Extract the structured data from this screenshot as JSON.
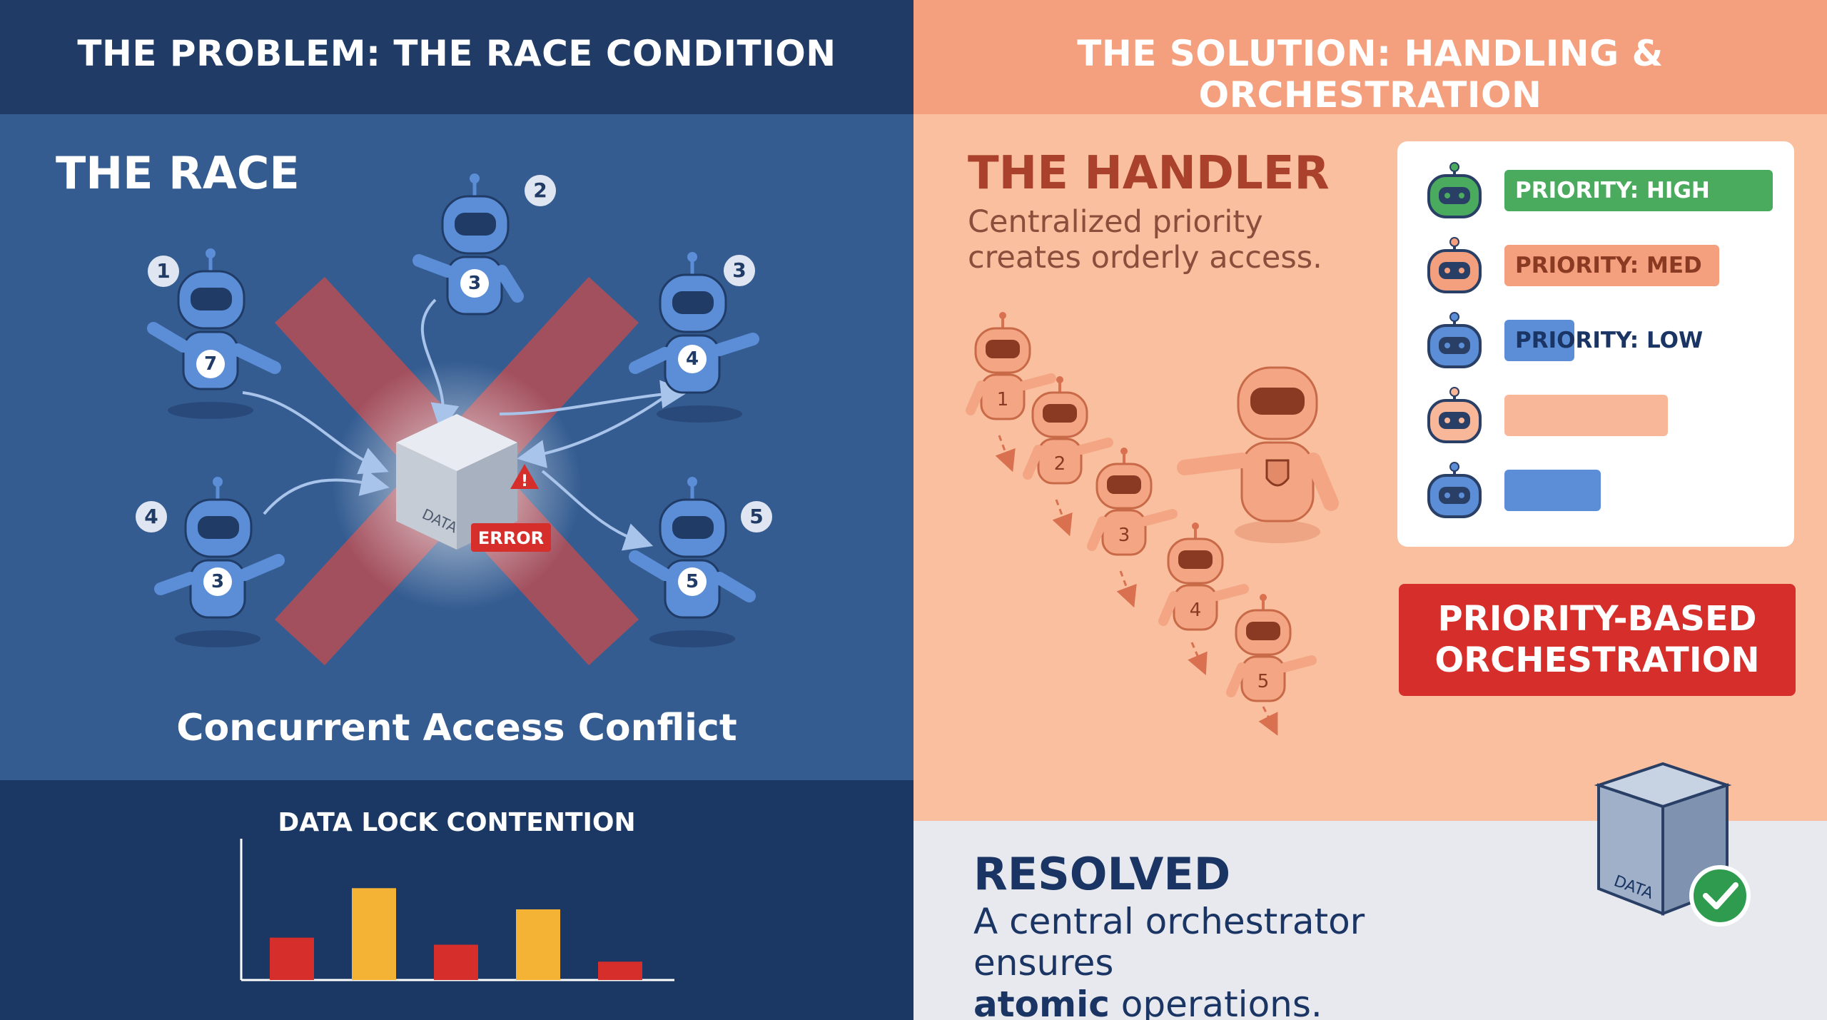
{
  "left": {
    "header": "THE PROBLEM: THE RACE CONDITION",
    "section_title": "THE RACE",
    "caption": "Concurrent Access Conflict",
    "robots": [
      {
        "badge": "1",
        "chest": "7"
      },
      {
        "badge": "2",
        "chest": "3"
      },
      {
        "badge": "3",
        "chest": "4"
      },
      {
        "badge": "4",
        "chest": "3"
      },
      {
        "badge": "5",
        "chest": "5"
      }
    ],
    "box_label": "DATA",
    "error_label": "ERROR",
    "colors": {
      "header": "#1f3b66",
      "panel": "#345c91",
      "robot": "#5b8ed6",
      "cross": "#c94d4d"
    }
  },
  "chart_data": {
    "type": "bar",
    "title": "DATA LOCK CONTENTION",
    "categories": [
      "",
      "",
      "",
      "",
      ""
    ],
    "values": [
      3,
      6.5,
      2.5,
      5,
      1.3
    ],
    "colors": [
      "#d62f2b",
      "#f5b335",
      "#d62f2b",
      "#f5b335",
      "#d62f2b"
    ],
    "xlabel": "",
    "ylabel": "",
    "ylim": [
      0,
      10
    ],
    "grid": false
  },
  "right": {
    "header": "THE SOLUTION: HANDLING & ORCHESTRATION",
    "section_title": "THE HANDLER",
    "subtitle": "Centralized priority creates orderly access.",
    "queue_robots": [
      "1",
      "2",
      "3",
      "4",
      "5"
    ],
    "priority_list": [
      {
        "label": "PRIORITY: HIGH",
        "color": "#4aab5e",
        "text_color": "#ffffff",
        "fill": 1.0
      },
      {
        "label": "PRIORITY: MED",
        "color": "#f4a07e",
        "text_color": "#8a3a22",
        "fill": 0.8
      },
      {
        "label": "PRIORITY: LOW",
        "color": "#5b8ed6",
        "text_color": "#1a3564",
        "fill": 0.26
      },
      {
        "label": "",
        "color": "#f9b79a",
        "text_color": "#8a3a22",
        "fill": 0.61
      },
      {
        "label": "",
        "color": "#5b8ed6",
        "text_color": "#1a3564",
        "fill": 0.36
      }
    ],
    "banner": {
      "line1": "PRIORITY-BASED",
      "line2": "ORCHESTRATION"
    },
    "resolved": {
      "title": "RESOLVED",
      "text_before": "A central orchestrator ensures",
      "text_bold": "atomic",
      "text_after": "operations."
    },
    "box_label": "DATA",
    "colors": {
      "header": "#f4a07e",
      "panel": "#f9bf9e",
      "robot": "#e38b68",
      "footer": "#e7e9ee"
    }
  }
}
